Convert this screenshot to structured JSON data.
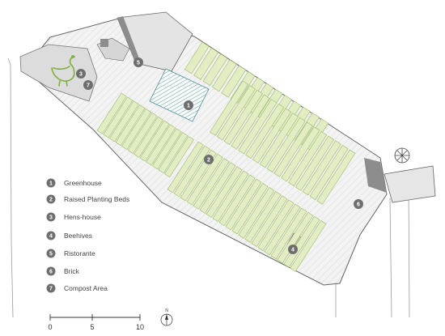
{
  "legend": [
    {
      "num": "1",
      "label": "Greenhouse"
    },
    {
      "num": "2",
      "label": "Raised Planting Beds"
    },
    {
      "num": "3",
      "label": "Hens-house"
    },
    {
      "num": "4",
      "label": "Beehives"
    },
    {
      "num": "5",
      "label": "Ristorante"
    },
    {
      "num": "6",
      "label": "Brick"
    },
    {
      "num": "7",
      "label": "Compost Area"
    }
  ],
  "scale_bar": {
    "ticks": [
      "0",
      "5",
      "10"
    ]
  },
  "north_label": "N",
  "colors": {
    "bed_fill": "#e2edc4",
    "bed_stroke": "#9db96a",
    "brick_fill": "#f1f1f1",
    "marker_fill": "#6e6e6e",
    "greenhouse_stripe": "#6aa8b2",
    "hen_icon": "#7faf3f",
    "building_fill": "#e6e6e6",
    "roof_dark": "#8d8d8d"
  }
}
